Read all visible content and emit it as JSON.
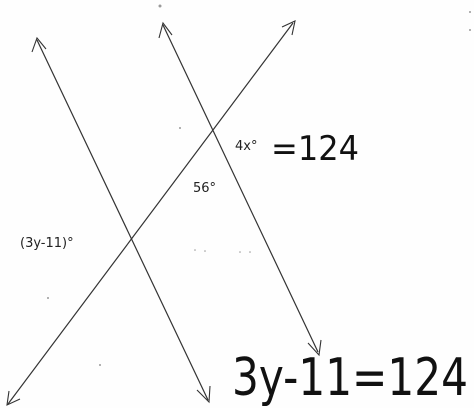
{
  "labels": {
    "angle_top": "4x°",
    "angle_inner": "56°",
    "angle_left": "(3y-11)°"
  },
  "handwriting": {
    "eq_top_value": "=124",
    "eq_bottom": "3y-11=124"
  },
  "colors": {
    "line": "#333333",
    "text": "#222222"
  }
}
